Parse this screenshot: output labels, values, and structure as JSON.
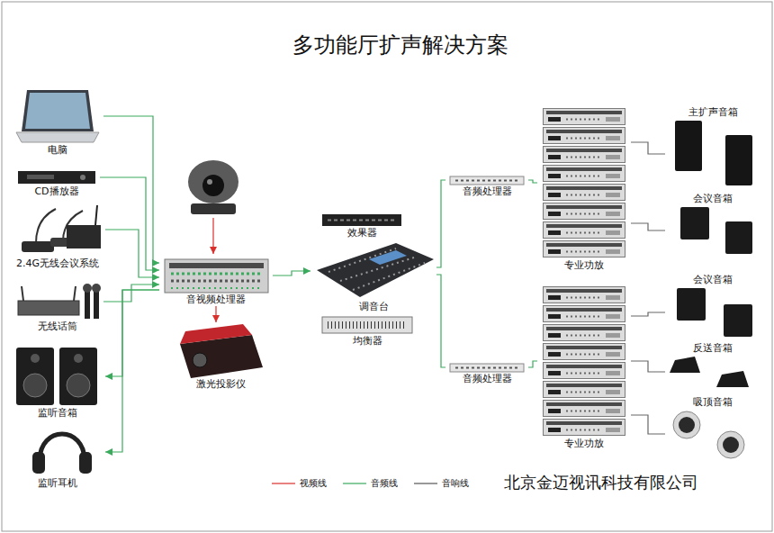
{
  "diagram": {
    "title": "多功能厅扩声解决方案",
    "nodes": [
      {
        "text": [
          "电脑"
        ]
      },
      {
        "text": [
          "CD播放器"
        ]
      },
      {
        "text": [
          "2.4G无线会议系统"
        ]
      },
      {
        "text": [
          "无线话筒"
        ]
      },
      {
        "text": [
          "监听音箱"
        ]
      },
      {
        "text": [
          "监听耳机"
        ]
      },
      {
        "text": [
          "音视频处理器"
        ]
      },
      {
        "text": [
          "激光投影仪"
        ]
      },
      {
        "text": [
          "效果器"
        ]
      },
      {
        "text": [
          "调音台"
        ]
      },
      {
        "text": [
          "均衡器"
        ]
      },
      {
        "text": [
          "音频处理器"
        ]
      },
      {
        "text": [
          "音频处理器"
        ]
      },
      {
        "text": [
          "专业功放"
        ]
      },
      {
        "text": [
          "专业功放"
        ]
      },
      {
        "text": [
          "主扩声音箱"
        ]
      },
      {
        "text": [
          "会议音箱"
        ]
      },
      {
        "text": [
          "会议音箱"
        ]
      },
      {
        "text": [
          "反送音箱"
        ]
      },
      {
        "text": [
          "吸顶音箱"
        ]
      }
    ],
    "edges": [
      {
        "from": 0,
        "to": 6,
        "arrow": "to"
      },
      {
        "from": 1,
        "to": 6,
        "arrow": "to"
      },
      {
        "from": 2,
        "to": 6,
        "arrow": "to"
      },
      {
        "from": 3,
        "to": 6,
        "arrow": "to"
      },
      {
        "from": 6,
        "to": 4,
        "arrow": "to"
      },
      {
        "from": 6,
        "to": 5,
        "arrow": "to"
      },
      {
        "from": 6,
        "to": 7,
        "arrow": "to"
      },
      {
        "from": 6,
        "to": 9,
        "arrow": "to"
      },
      {
        "from": 9,
        "to": 11,
        "arrow": "none"
      },
      {
        "from": 9,
        "to": 12,
        "arrow": "none"
      },
      {
        "from": 11,
        "to": 13,
        "arrow": "none"
      },
      {
        "from": 12,
        "to": 14,
        "arrow": "none"
      },
      {
        "from": 13,
        "to": 15,
        "arrow": "none"
      },
      {
        "from": 13,
        "to": 16,
        "arrow": "none"
      },
      {
        "from": 14,
        "to": 17,
        "arrow": "none"
      },
      {
        "from": 14,
        "to": 18,
        "arrow": "none"
      },
      {
        "from": 14,
        "to": 19,
        "arrow": "none"
      }
    ],
    "labels": [
      "北京金迈视讯科技有限公司"
    ],
    "legend": [
      {
        "text": "视频线"
      },
      {
        "text": "音频线"
      },
      {
        "text": "音响线"
      }
    ]
  }
}
